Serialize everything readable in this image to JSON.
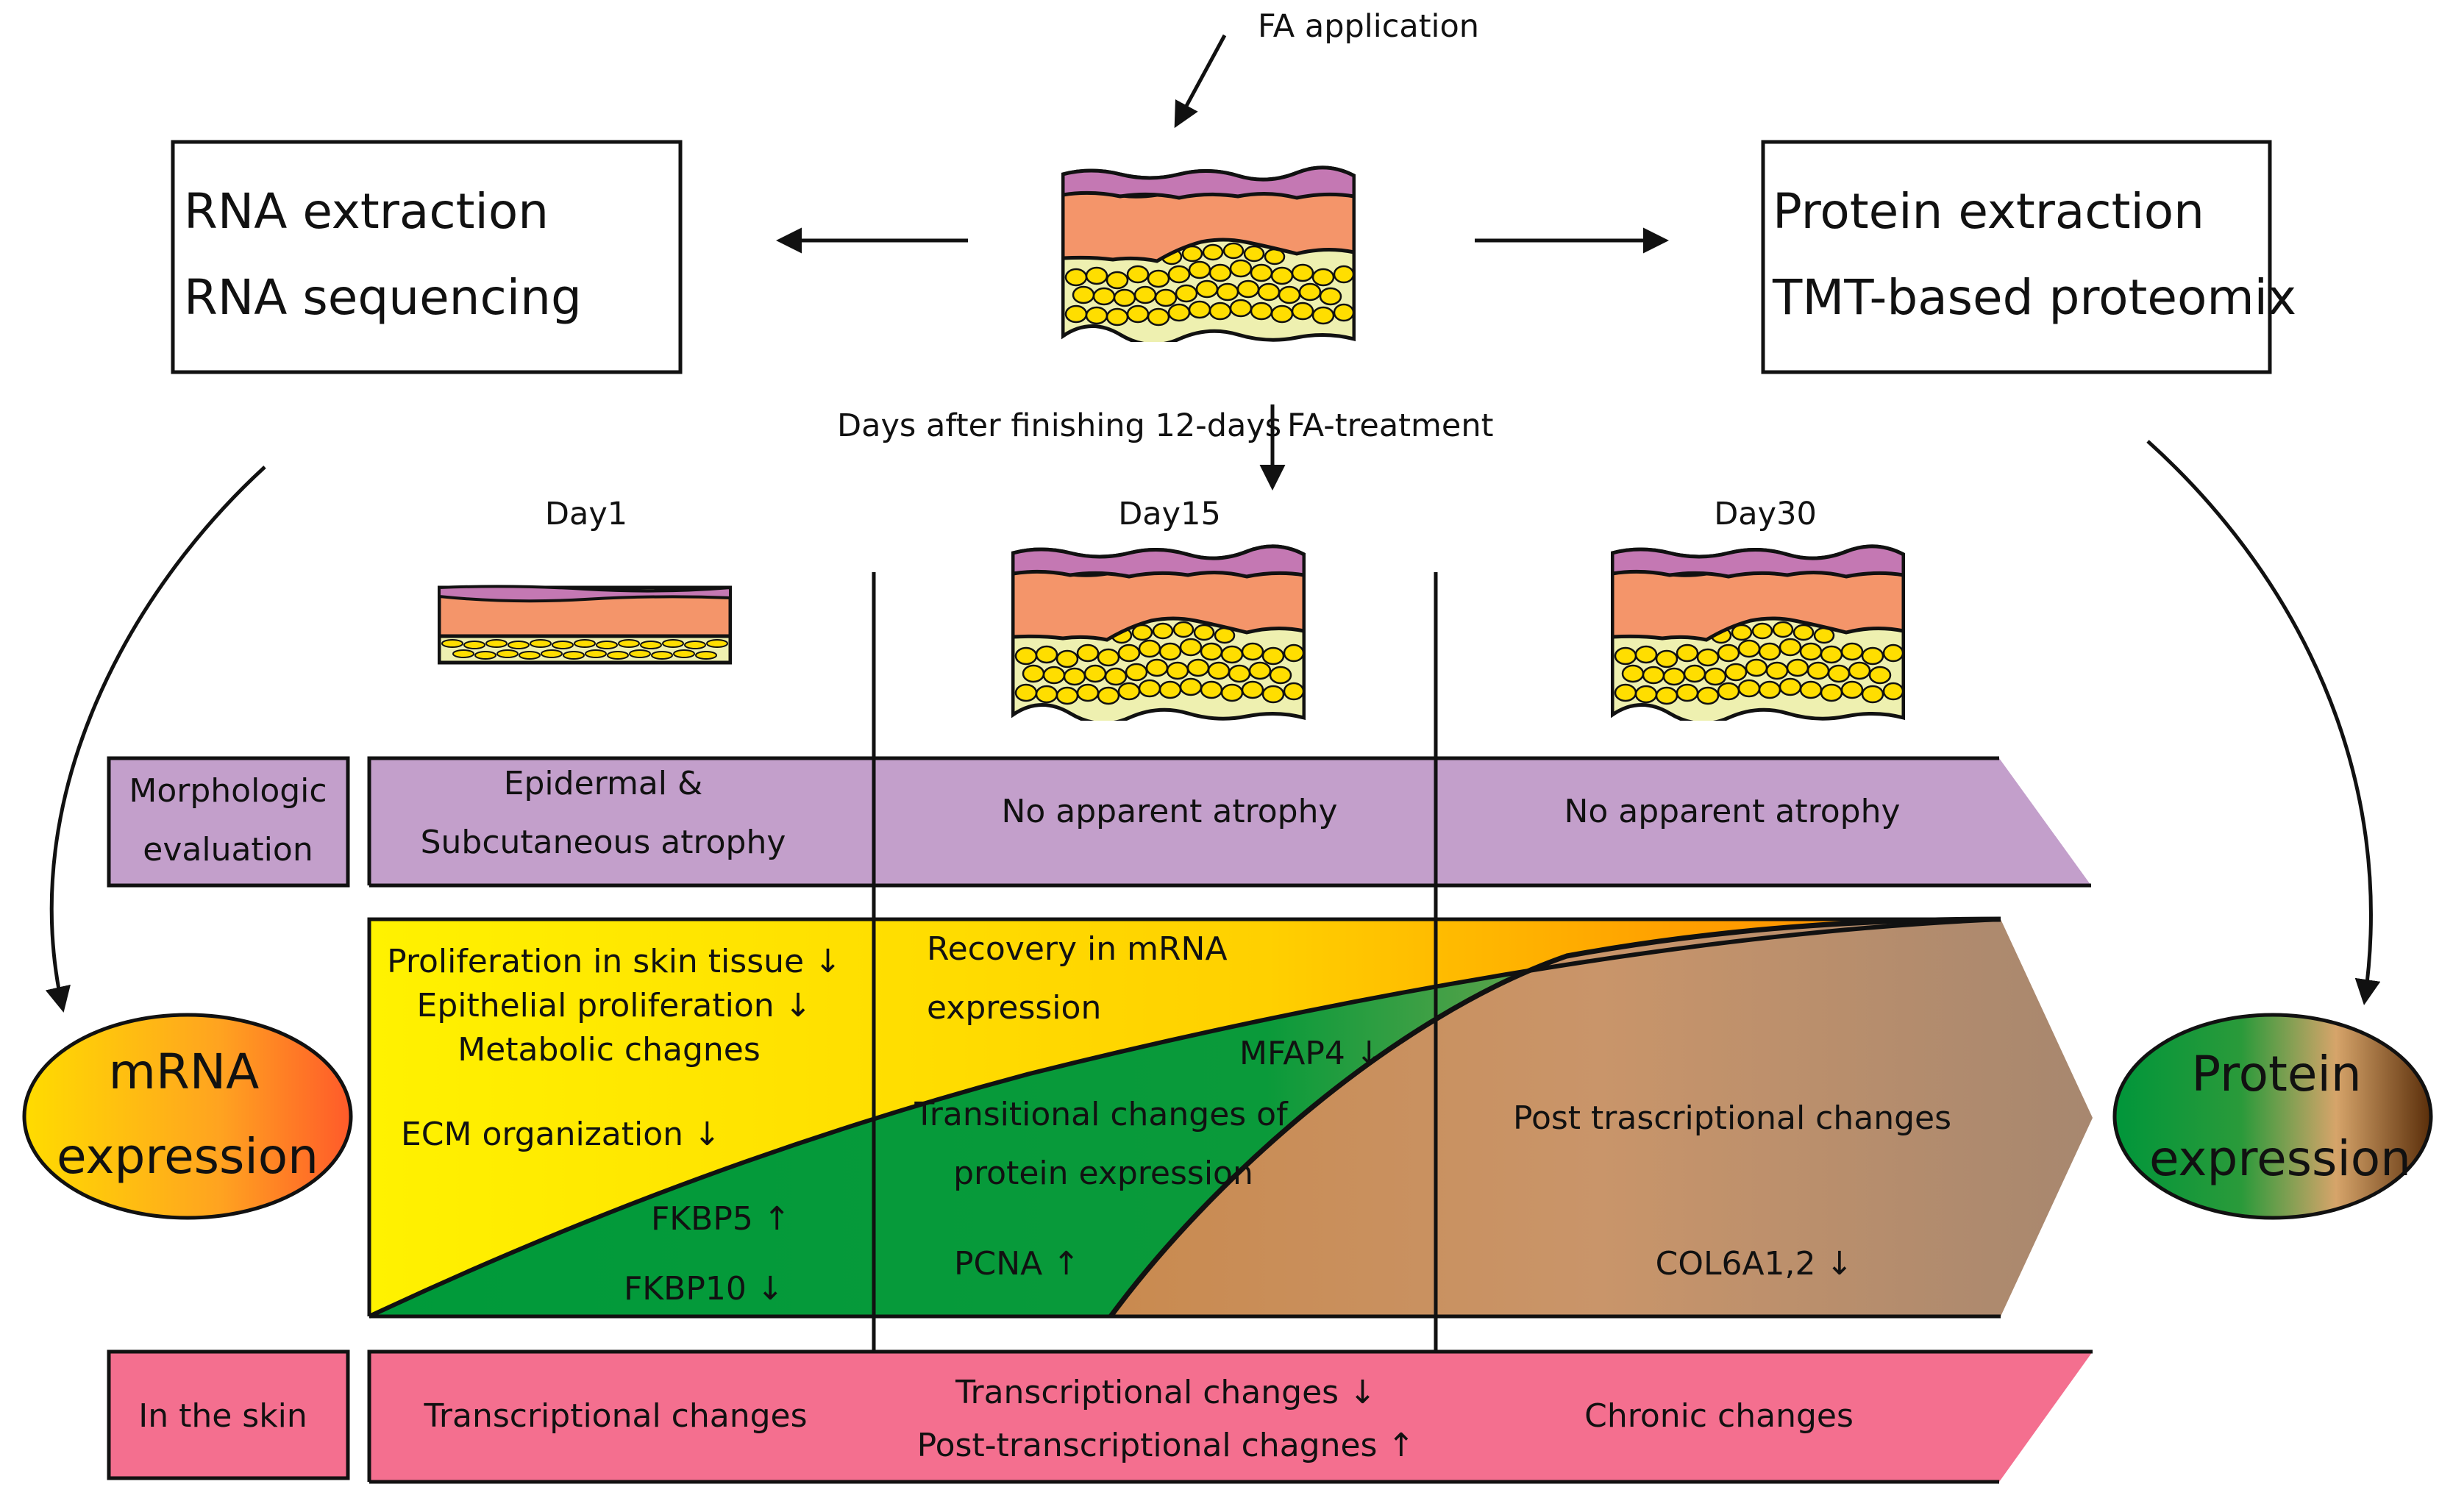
{
  "top": {
    "fa_application": "FA application",
    "rna_box": {
      "line1": "RNA extraction",
      "line2": "RNA sequencing"
    },
    "protein_box": {
      "line1": "Protein extraction",
      "line2": "TMT-based proteomix"
    },
    "days_after_left": "Days after finishing 12-days",
    "days_after_right": "FA-treatment"
  },
  "days": [
    "Day1",
    "Day15",
    "Day30"
  ],
  "morphology": {
    "label_line1": "Morphologic",
    "label_line2": "evaluation",
    "day1_line1": "Epidermal &",
    "day1_line2": "Subcutaneous atrophy",
    "day15": "No apparent atrophy",
    "day30": "No apparent atrophy"
  },
  "expression": {
    "yellow_lines": [
      "Proliferation in skin tissue ↓",
      "Epithelial proliferation ↓",
      "Metabolic chagnes"
    ],
    "ecm": "ECM organization ↓",
    "fkbp5": "FKBP5 ↑",
    "fkbp10": "FKBP10 ↓",
    "recovery_line1": "Recovery in mRNA",
    "recovery_line2": "expression",
    "mfap4": "MFAP4 ↓",
    "transitional_line1": "Transitional changes of",
    "transitional_line2": "protein expression",
    "pcna": "PCNA ↑",
    "post": "Post trascriptional changes",
    "col6": "COL6A1,2 ↓"
  },
  "mrna_ellipse": {
    "line1": "mRNA",
    "line2": "expression"
  },
  "protein_ellipse": {
    "line1": "Protein",
    "line2": "expression"
  },
  "skin": {
    "label": "In the skin",
    "day1": "Transcriptional changes",
    "day15_line1": "Transcriptional changes ↓",
    "day15_line2": "Post-transcriptional chagnes  ↑",
    "day30": "Chronic changes"
  },
  "colors": {
    "purple": "#c39fcb",
    "pink": "#f46f8f",
    "green": "#009a3a",
    "yellow": "#ffe600",
    "orange": "#ff9500",
    "tan": "#c9956a",
    "brown": "#6b3a12",
    "skin_top": "#c478b3",
    "skin_mid": "#f4956a",
    "fat_bg": "#eef0b0",
    "fat_cell": "#ffde00"
  }
}
